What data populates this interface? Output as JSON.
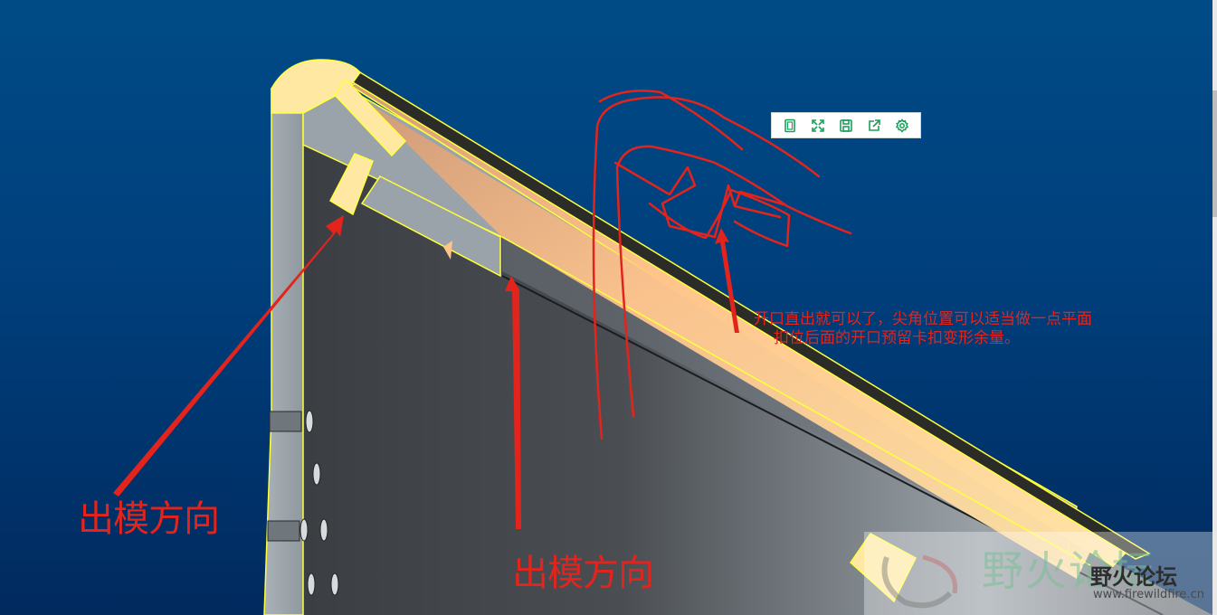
{
  "annotations": {
    "direction_label_left": "出模方向",
    "direction_label_center": "出模方向",
    "note_line1": "开口直出就可以了，尖角位置可以适当做一点平面",
    "note_line2": "扣位后面的开口预留卡扣变形余量。"
  },
  "toolbar": {
    "buttons": [
      {
        "icon": "fit-view-icon"
      },
      {
        "icon": "fullscreen-icon"
      },
      {
        "icon": "save-icon"
      },
      {
        "icon": "share-icon"
      },
      {
        "icon": "settings-icon"
      }
    ],
    "accent_color": "#1aa05a"
  },
  "watermark": {
    "title": "野火论坛",
    "title_large": "野火论坛",
    "url": "www.firewildfire.cn"
  },
  "colors": {
    "background_top": "#004b86",
    "background_bottom": "#012a5e",
    "annotation_red": "#e3241d",
    "highlight_yellow": "#ffff3c",
    "rib_fill": "#ffe9a2"
  }
}
